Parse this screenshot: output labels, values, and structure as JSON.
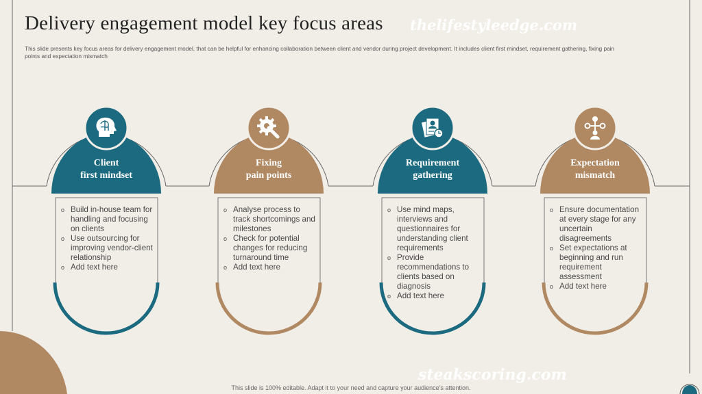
{
  "title": "Delivery engagement model key focus areas",
  "watermark_top": "thelifestyleedge.com",
  "watermark_bottom": "steakscoring.com",
  "description": "This slide presents key focus areas for delivery engagement model, that can be helpful for enhancing collaboration between client and vendor during project development. It includes client first mindset, requirement gathering, fixing pain points and expectation mismatch",
  "footer": "This slide is 100% editable. Adapt it to your need and capture your audience’s attention.",
  "colors": {
    "teal": "#1b6a80",
    "brown": "#b08862",
    "background": "#f1ede7"
  },
  "cards": [
    {
      "title_line1": "Client",
      "title_line2": "first mindset",
      "icon": "brain-head-icon",
      "color": "#1b6a80",
      "bullets": [
        "Build in-house team for handling and focusing on clients",
        "Use outsourcing for improving vendor-client relationship",
        "Add text here"
      ]
    },
    {
      "title_line1": "Fixing",
      "title_line2": "pain points",
      "icon": "gear-wrench-icon",
      "color": "#b08862",
      "bullets": [
        "Analyse process to track shortcomings and milestones",
        "Check for potential changes for reducing turnaround time",
        "Add text here"
      ]
    },
    {
      "title_line1": "Requirement",
      "title_line2": "gathering",
      "icon": "profile-document-clock-icon",
      "color": "#1b6a80",
      "bullets": [
        "Use mind maps, interviews and questionnaires for understanding client requirements",
        "Provide recommendations to clients based on diagnosis",
        "Add text here"
      ]
    },
    {
      "title_line1": "Expectation",
      "title_line2": "mismatch",
      "icon": "person-options-icon",
      "color": "#b08862",
      "bullets": [
        "Ensure documentation at every stage for any uncertain disagreements",
        "Set expectations at beginning and run requirement assessment",
        "Add text here"
      ]
    }
  ]
}
